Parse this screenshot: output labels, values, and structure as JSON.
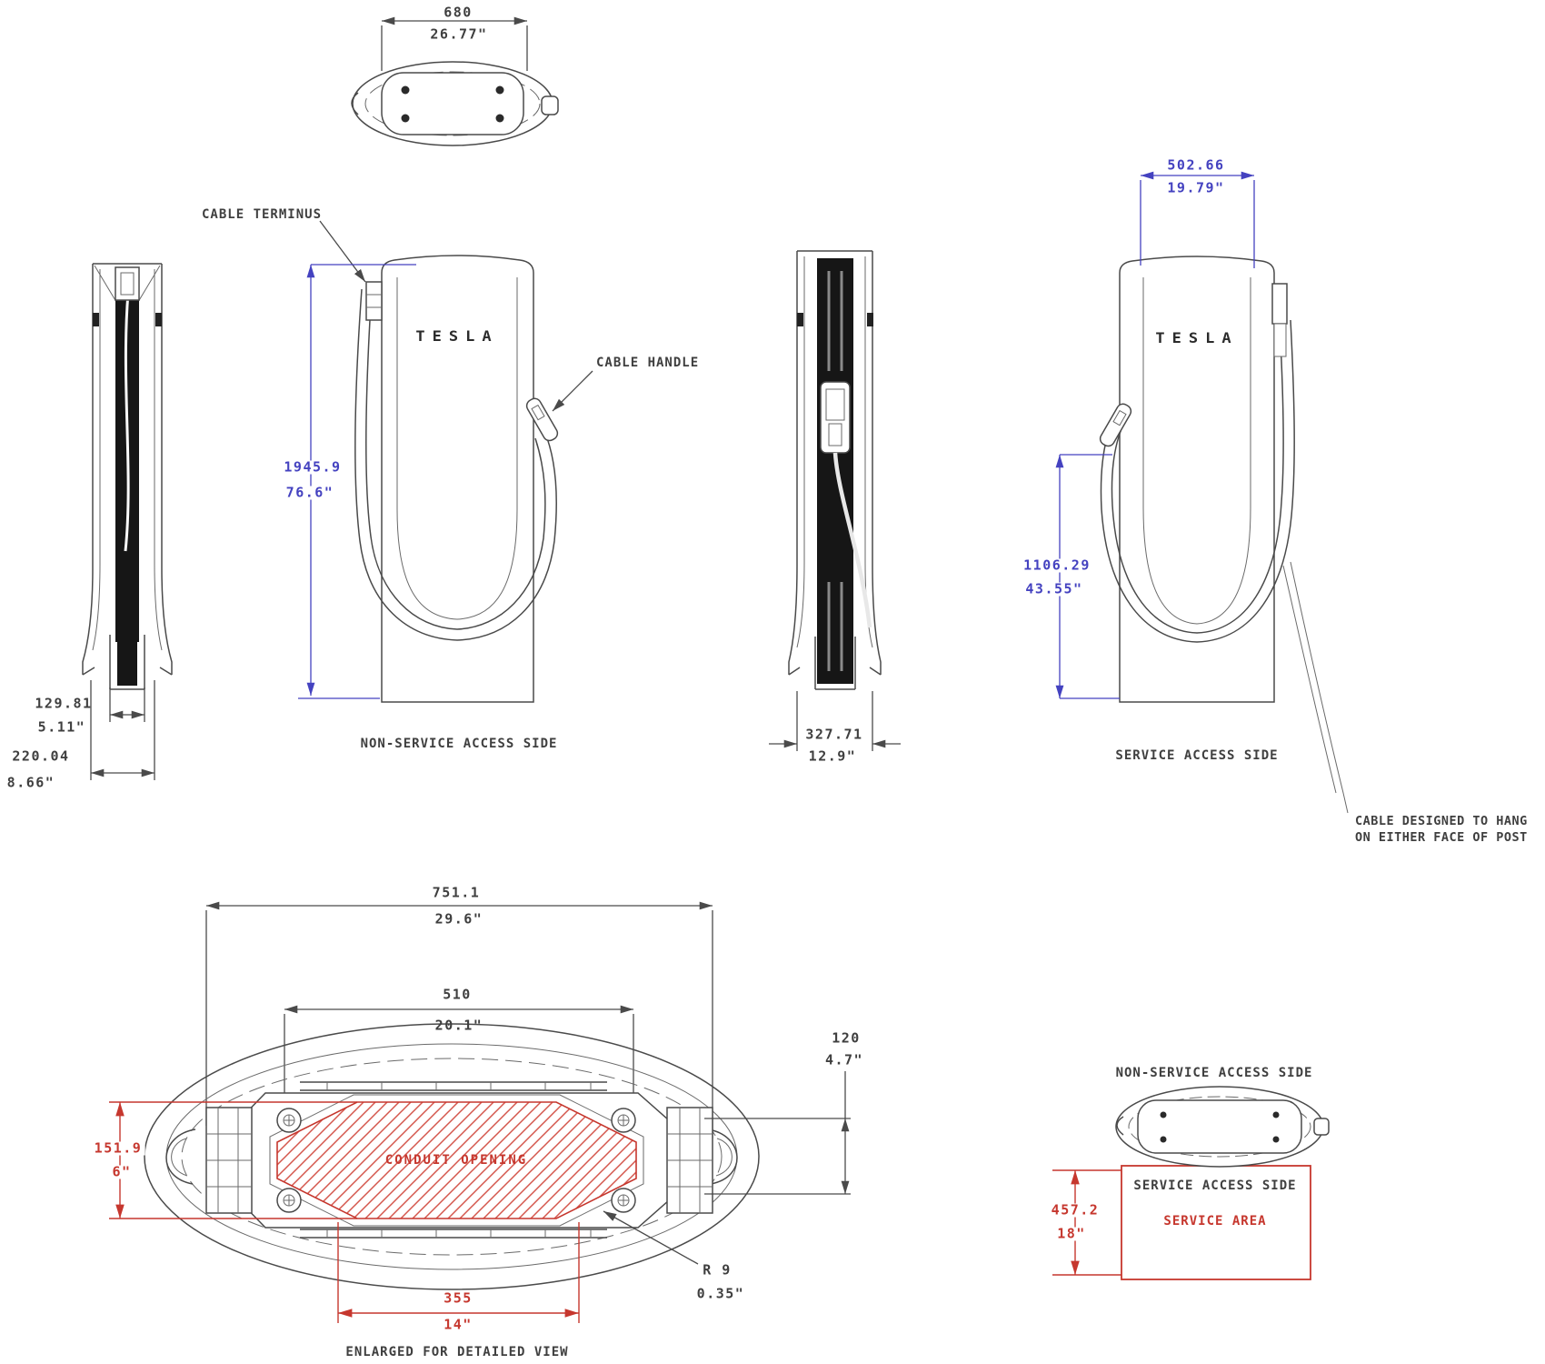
{
  "drawing": {
    "colors": {
      "dim_gray": "#4a4a4a",
      "dim_blue": "#4442c0",
      "dim_red": "#c6372e"
    }
  },
  "views": {
    "top_view": {
      "width_mm": "680",
      "width_in": "26.77\""
    },
    "left_side_view": {
      "inner_width_mm": "129.81",
      "inner_width_in": "5.11\"",
      "outer_width_mm": "220.04",
      "outer_width_in": "8.66\""
    },
    "front_view": {
      "logo": "TESLA",
      "cable_terminus_label": "CABLE TERMINUS",
      "cable_handle_label": "CABLE HANDLE",
      "height_mm": "1945.9",
      "height_in": "76.6\"",
      "caption": "NON-SERVICE ACCESS SIDE"
    },
    "side_view_2": {
      "depth_mm": "327.71",
      "depth_in": "12.9\""
    },
    "service_view": {
      "logo": "TESLA",
      "width_mm": "502.66",
      "width_in": "19.79\"",
      "cable_height_mm": "1106.29",
      "cable_height_in": "43.55\"",
      "caption": "SERVICE ACCESS SIDE",
      "note_line1": "CABLE DESIGNED TO HANG",
      "note_line2": "ON EITHER FACE OF POST"
    },
    "base_view": {
      "overall_width_mm": "751.1",
      "overall_width_in": "29.6\"",
      "bolt_span_mm": "510",
      "bolt_span_in": "20.1\"",
      "offset_mm": "120",
      "offset_in": "4.7\"",
      "conduit_height_mm": "151.9",
      "conduit_height_in": "6\"",
      "conduit_width_mm": "355",
      "conduit_width_in": "14\"",
      "corner_radius_mm": "R 9",
      "corner_radius_in": "0.35\"",
      "conduit_label": "CONDUIT OPENING",
      "caption": "ENLARGED FOR DETAILED VIEW"
    },
    "plan_view": {
      "top_label": "NON-SERVICE ACCESS SIDE",
      "side_label": "SERVICE ACCESS SIDE",
      "area_label": "SERVICE AREA",
      "service_depth_mm": "457.2",
      "service_depth_in": "18\""
    }
  }
}
